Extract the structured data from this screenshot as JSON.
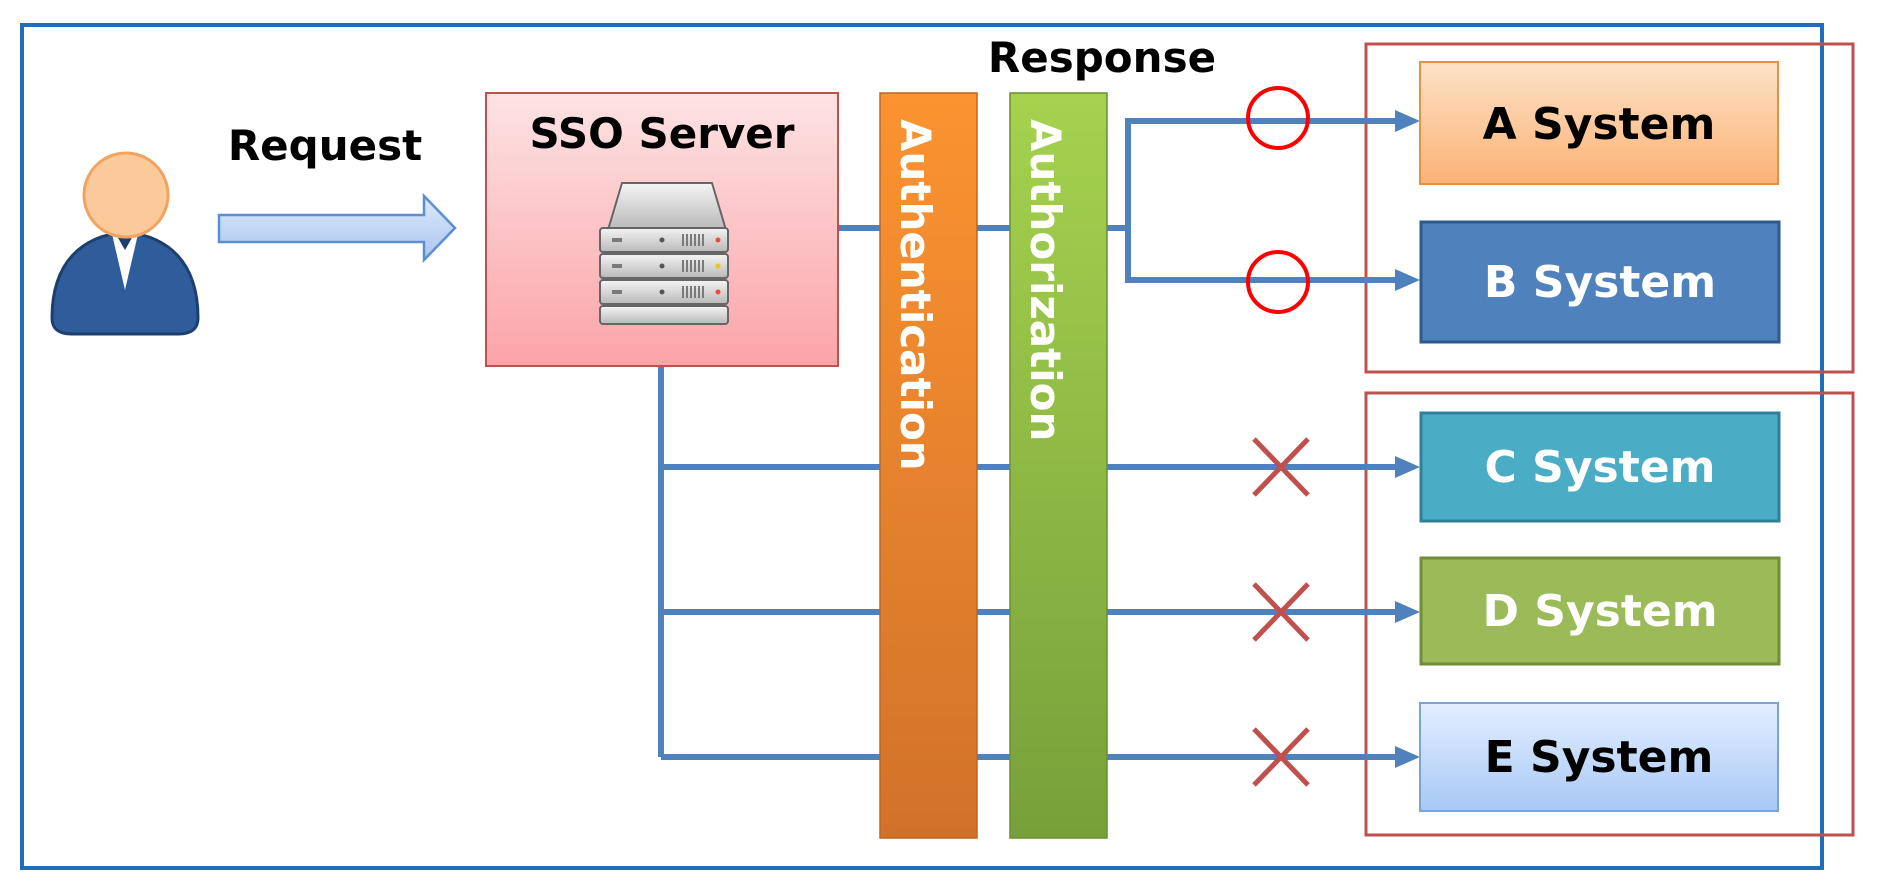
{
  "labels": {
    "request": "Request",
    "response": "Response",
    "sso_server": "SSO Server",
    "authentication": "Authentication",
    "authorization": "Authorization"
  },
  "systems": [
    {
      "label": "A System",
      "access": "allowed",
      "fill": "#fbbf86",
      "stroke": "#e39245",
      "text_color": "#000000"
    },
    {
      "label": "B System",
      "access": "allowed",
      "fill": "#4f81bd",
      "stroke": "#2e5a8e",
      "text_color": "#ffffff"
    },
    {
      "label": "C System",
      "access": "denied",
      "fill": "#4bacc6",
      "stroke": "#2e7f97",
      "text_color": "#ffffff"
    },
    {
      "label": "D System",
      "access": "denied",
      "fill": "#9bbb59",
      "stroke": "#6f8e35",
      "text_color": "#ffffff"
    },
    {
      "label": "E System",
      "access": "denied",
      "fill": "#c6dcf9",
      "stroke": "#7aa3d6",
      "text_color": "#000000"
    }
  ],
  "colors": {
    "frame": "#1f6fb8",
    "group_border": "#c0504d",
    "line": "#4f81bd",
    "allowed_mark": "#ff0000",
    "denied_mark": "#c0504d",
    "auth_bar": "#f79646",
    "authz_bar": "#8ebf45"
  },
  "icons": {
    "user": "user-icon",
    "server": "server-icon"
  }
}
